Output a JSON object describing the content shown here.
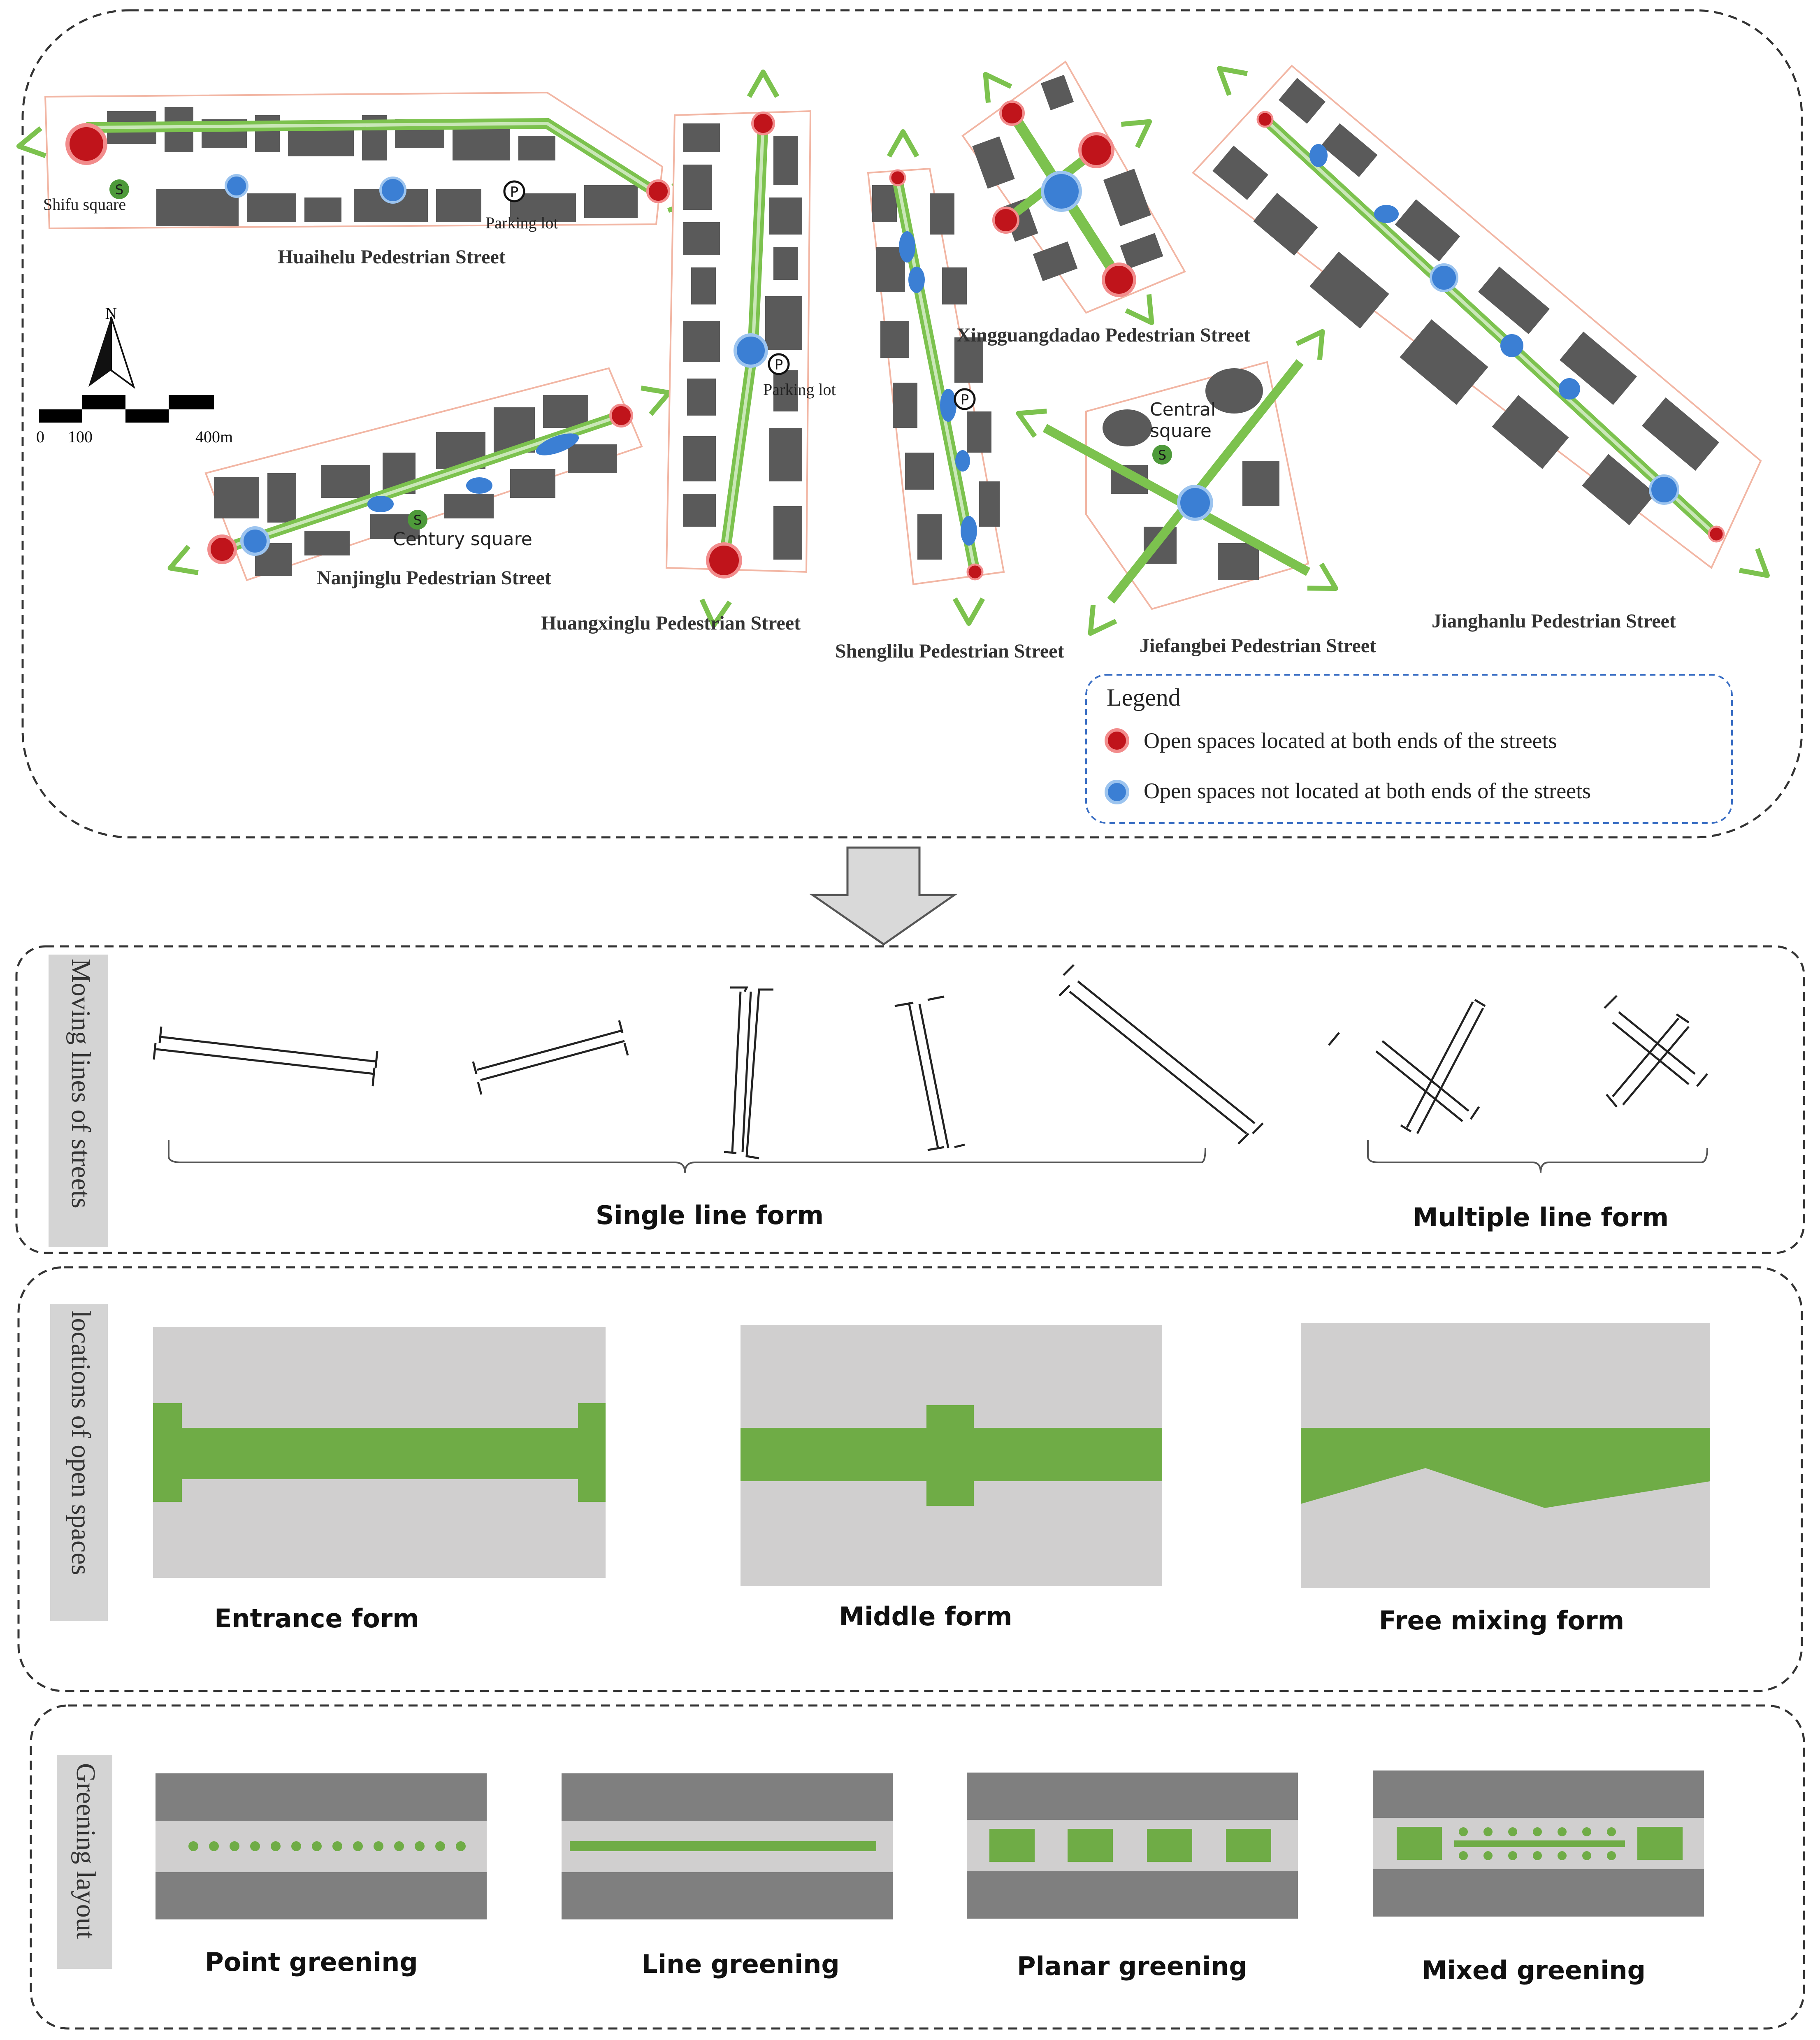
{
  "map_panel": {
    "streets": {
      "huaihelu": "Huaihelu Pedestrian Street",
      "nanjinglu": "Nanjinglu Pedestrian Street",
      "huangxinglu": "Huangxinglu Pedestrian Street",
      "shenglilu": "Shenglilu Pedestrian Street",
      "xingguangdadao": "Xingguangdadao Pedestrian Street",
      "jiefangbei": "Jiefangbei Pedestrian Street",
      "jianghanlu": "Jianghanlu Pedestrian Street"
    },
    "places": {
      "shifu_square": "Shifu square",
      "parking_lot_1": "Parking lot",
      "parking_lot_2": "Parking lot",
      "century_square": "Century square",
      "central_square_line1": "Central",
      "central_square_line2": "square"
    },
    "symbols": {
      "square": "S",
      "parking": "P"
    },
    "scale": {
      "north": "N",
      "tick0": "0",
      "tick100": "100",
      "tick400": "400m"
    },
    "legend": {
      "title": "Legend",
      "red_item": "Open spaces located  at both ends of the streets",
      "blue_item": "Open spaces not located  at both ends of the streets"
    }
  },
  "moving_lines": {
    "section_label": "Moving lines of streets",
    "single_label": "Single line form",
    "multiple_label": "Multiple line form"
  },
  "open_spaces": {
    "section_label": "locations of open spaces",
    "entrance_label": "Entrance form",
    "middle_label": "Middle form",
    "free_label": "Free mixing form"
  },
  "greening": {
    "section_label": "Greening layout",
    "point_label": "Point greening",
    "line_label": "Line greening",
    "planar_label": "Planar greening",
    "mixed_label": "Mixed greening"
  },
  "colors": {
    "green_route": "#7cc24e",
    "green_fill": "#6fac46",
    "red_node": "#c0141b",
    "blue_node": "#3b7fd4",
    "building": "#5a5a5a",
    "light_gray": "#d0cfcf",
    "dark_gray": "#7f7f7f"
  }
}
